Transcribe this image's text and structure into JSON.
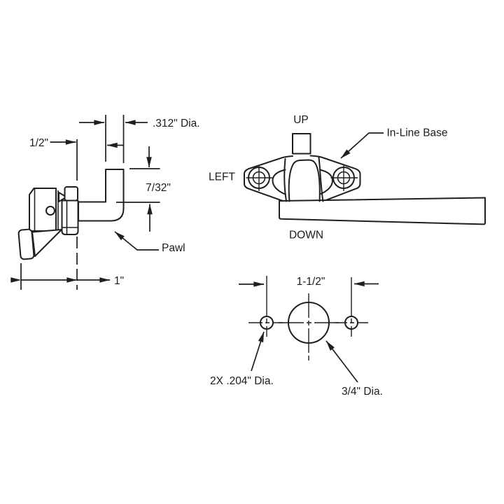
{
  "page": {
    "type": "technical-line-drawing",
    "colors": {
      "line": "#1f1f1f",
      "text": "#1c1c1c",
      "background": "#ffffff"
    }
  },
  "pawl_view": {
    "pin_diameter": ".312\" Dia.",
    "center_offset": "1/2\"",
    "pawl_height": "7/32\"",
    "base_length": "1\"",
    "label": "Pawl"
  },
  "orientation_view": {
    "up": "UP",
    "left": "LEFT",
    "down": "DOWN",
    "annotation": "In-Line Base"
  },
  "hole_pattern": {
    "spacing": "1-1/2\"",
    "small_holes": "2X .204\" Dia.",
    "center_hole": "3/4\" Dia."
  }
}
